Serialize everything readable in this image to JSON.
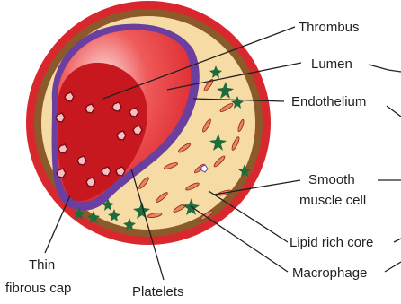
{
  "diagram": {
    "labels": {
      "thrombus": "Thrombus",
      "lumen": "Lumen",
      "endothelium": "Endothelium",
      "smooth_muscle_line1": "Smooth",
      "smooth_muscle_line2": "muscle cell",
      "lipid_core": "Lipid rich core",
      "macrophage": "Macrophage",
      "thin_cap_line1": "Thin",
      "thin_cap_line2": "fibrous cap",
      "platelets": "Platelets"
    },
    "colors": {
      "adventitia": "#d9272e",
      "media": "#8b5a2b",
      "lipid_core": "#f6dba4",
      "endothelium": "#6a3fa0",
      "thrombus": "#d41f26",
      "lumen": "#ee3a3e",
      "macrophage": "#1f6b3c",
      "smooth_muscle": "#c0392b"
    }
  }
}
